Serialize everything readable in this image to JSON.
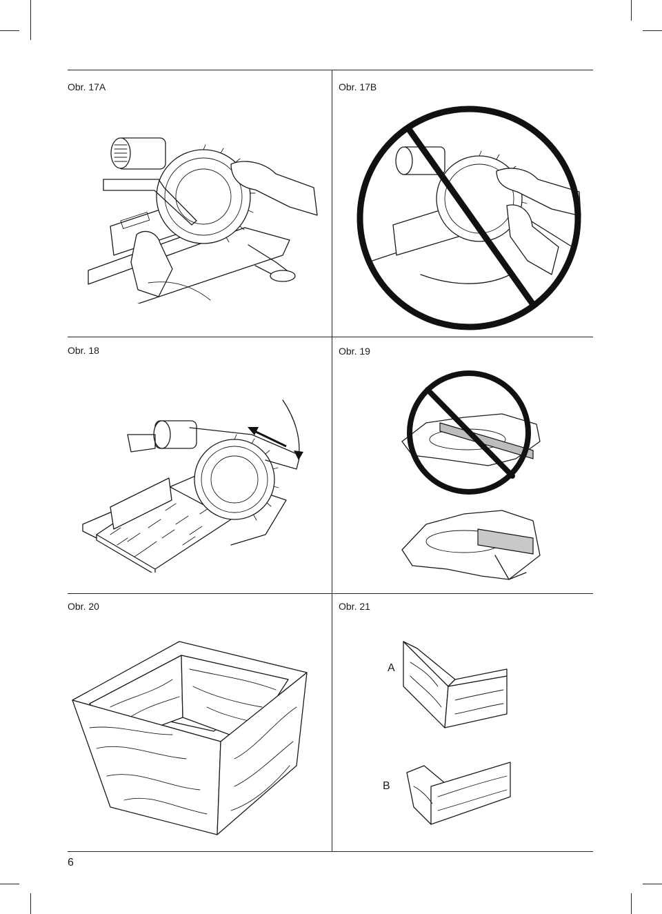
{
  "figures": {
    "fig17a": {
      "label": "Obr. 17A"
    },
    "fig17b": {
      "label": "Obr. 17B"
    },
    "fig18": {
      "label": "Obr. 18"
    },
    "fig19": {
      "label": "Obr. 19"
    },
    "fig20": {
      "label": "Obr. 20"
    },
    "fig21": {
      "label": "Obr. 21",
      "joint_a": "A",
      "joint_b": "B"
    }
  },
  "page_number": "6"
}
